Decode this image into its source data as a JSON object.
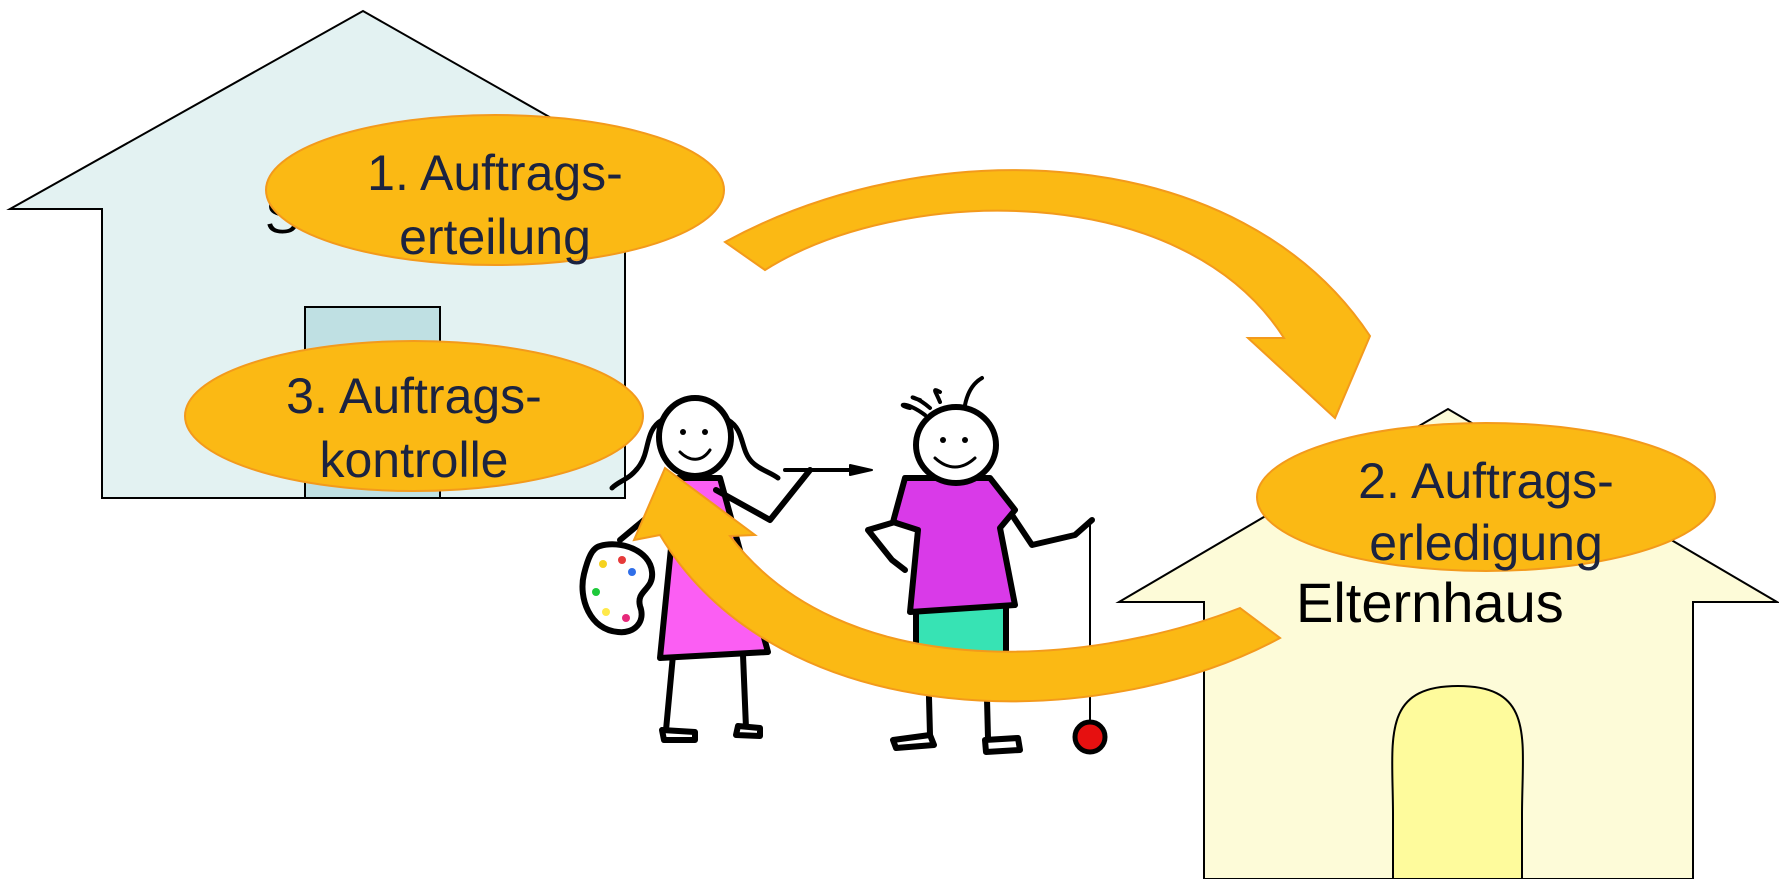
{
  "school_house": {
    "label_fragment": "S",
    "fill_color": "#e3f2f2",
    "door_color": "#bfe0e3"
  },
  "parent_house": {
    "label": "Elternhaus",
    "fill_color": "#fdfbd8",
    "door_color": "#fefb9c"
  },
  "steps": [
    {
      "line1": "1. Auftrags-",
      "line2": "erteilung"
    },
    {
      "line1": "2. Auftrags-",
      "line2": "erledigung"
    },
    {
      "line1": "3. Auftrags-",
      "line2": "kontrolle"
    }
  ],
  "colors": {
    "bubble_fill": "#fbb914",
    "bubble_stroke": "#f39a1c",
    "arrow_fill": "#fbb914",
    "text_dark": "#1b2340",
    "girl_dress": "#fb5ef3",
    "boy_shirt": "#d93ae8",
    "boy_shorts": "#37e3b4",
    "yoyo": "#e61010"
  }
}
